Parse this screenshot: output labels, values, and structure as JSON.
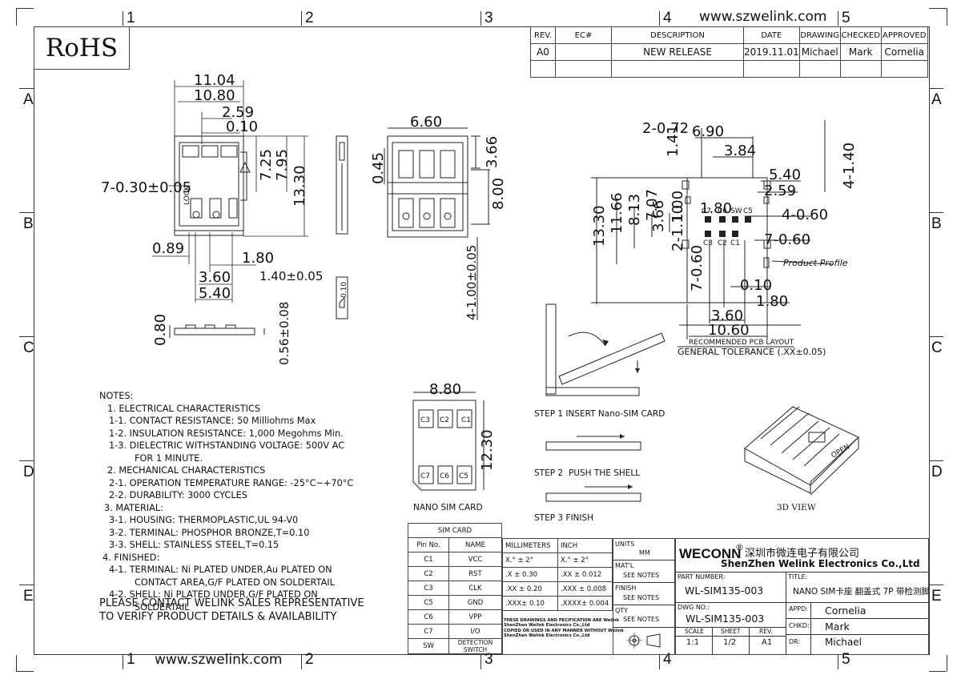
{
  "website": "www.szwelink.com",
  "zones": {
    "columns": [
      "1",
      "2",
      "3",
      "4",
      "5"
    ],
    "rows": [
      "A",
      "B",
      "C",
      "D",
      "E"
    ]
  },
  "rohs": "RoHS",
  "revision_table": {
    "headers": [
      "REV.",
      "EC#",
      "DESCRIPTION",
      "DATE",
      "DRAWING",
      "CHECKED",
      "APPROVED"
    ],
    "row": [
      "A0",
      "",
      "NEW RELEASE",
      "2019.11.01",
      "Michael",
      "Mark",
      "Cornelia"
    ]
  },
  "dimensions": {
    "top_view": [
      "11.04",
      "10.80",
      "2.59",
      "0.10",
      "7.25",
      "7.95",
      "13.30",
      "7-0.30±0.05",
      "0.89",
      "1.80",
      "3.60",
      "5.40",
      "1.40±0.05",
      "LOCK"
    ],
    "side_view": [
      "0.10"
    ],
    "front_view": [
      "0.80",
      "0.56±0.08"
    ],
    "shell_view": [
      "6.60",
      "3.66",
      "0.45",
      "8.00",
      "4-1.00±0.05"
    ],
    "pcb_layout": [
      "2-0.72",
      "6.90",
      "1.41",
      "3.84",
      "4-1.40",
      "5.40",
      "2.59",
      "13.30",
      "11.66",
      "8.13",
      "7.07",
      "3.66",
      "1.00",
      "1.80",
      "4-0.60",
      "2-1.10",
      "7-0.60",
      "7-0.60",
      "0.10",
      "1.80",
      "3.60",
      "10.60"
    ],
    "pcb_pins_top": [
      "C7",
      "C6",
      "SW",
      "C5"
    ],
    "pcb_pins_bottom": [
      "C3",
      "C2",
      "C1"
    ],
    "product_profile": "Product Profile",
    "pcb_caption": "RECOMMENDED PCB LAYOUT",
    "tolerance": "GENERAL TOLERANCE (.XX±0.05)"
  },
  "steps": {
    "step1": "STEP 1 INSERT Nano-SIM CARD",
    "step2": "STEP 2",
    "step2b": "PUSH THE SHELL",
    "step3": "STEP 3  FINISH",
    "open_label": "OPEN"
  },
  "view3d": "3D  VIEW",
  "nano_card": {
    "width": "8.80",
    "height": "12.30",
    "caption": "NANO SIM CARD",
    "top_pins": [
      "C3",
      "C2",
      "C1"
    ],
    "bottom_pins": [
      "C7",
      "C6",
      "C5"
    ]
  },
  "notes": [
    "NOTES:",
    "  1. ELECTRICAL CHARACTERISTICS",
    "    1-1. CONTACT RESISTANCE: 50 Milliohms  Max",
    "    1-2. INSULATION RESISTANCE: 1,000 Megohms Min.",
    "    1-3. DIELECTRIC WITHSTANDING VOLTAGE: 500V AC",
    "            FOR 1 MINUTE.",
    "  2. MECHANICAL CHARACTERISTICS",
    "    2-1. OPERATION TEMPERATURE RANGE: -25°C~+70°C",
    "    2-2. DURABILITY: 3000 CYCLES",
    "  3. MATERIAL:",
    "    3-1. HOUSING: THERMOPLASTIC,UL 94-V0",
    "    3-2. TERMINAL: PHOSPHOR BRONZE,T=0.10",
    "    3-3. SHELL: STAINLESS STEEL,T=0.15",
    "  4. FINISHED:",
    "    4-1. TERMINAL: Ni PLATED UNDER,Au PLATED ON",
    "            CONTACT AREA,G/F PLATED ON SOLDERTAIL",
    "    4-2. SHELL: Ni PLATED UNDER,G/F PLATED ON",
    "            SOLDERTAIL"
  ],
  "contact_lines": [
    "PLEASE CONTACT WELINK SALES REPRESENTATIVE",
    "TO VERIFY PRODUCT DETAILS & AVAILABILITY"
  ],
  "sim_table": {
    "title": "SIM CARD",
    "headers": [
      "Pin No.",
      "NAME"
    ],
    "rows": [
      [
        "C1",
        "VCC"
      ],
      [
        "C2",
        "RST"
      ],
      [
        "C3",
        "CLK"
      ],
      [
        "C5",
        "GND"
      ],
      [
        "C6",
        "VPP"
      ],
      [
        "C7",
        "I/O"
      ],
      [
        "SW",
        "DETECTION SWITCH"
      ]
    ]
  },
  "tolerance_table": {
    "headers": [
      "MILLIMETERS",
      "INCH"
    ],
    "rows": [
      [
        "X.°  ±  2°",
        "X.°  ±  2°"
      ],
      [
        ".X    ± 0.30",
        ".XX   ± 0.012"
      ],
      [
        ".XX  ± 0.20",
        ".XXX  ± 0.008"
      ],
      [
        ".XXX± 0.10",
        ".XXXX± 0.004"
      ]
    ],
    "disclaimer": [
      "THESE DRAWINGS AND PECIFICATION ARE Welink",
      "ShenZhen Welink Electronics Co.,Ltd",
      "COPIED OR USED IN ANY MANNER WITHOUT Welink",
      "ShenZhen Welink Electronics Co.,Ltd"
    ]
  },
  "units": {
    "units_label": "UNITS",
    "units_value": "MM",
    "matl_label": "MAT'L",
    "matl_value": "SEE NOTES",
    "finish_label": "FINISH",
    "finish_value": "SEE NOTES",
    "qty_label": "QTY",
    "qty_value": "SEE NOTES"
  },
  "title_block": {
    "brand": "WECONN",
    "reg": "®",
    "company_cn": "深圳市微连电子有限公司",
    "company_en": "ShenZhen Welink Electronics Co.,Ltd",
    "part_number_label": "PART NUMBER:",
    "part_number": "WL-SIM135-003",
    "title_label": "TITLE:",
    "title": "NANO SIM卡座 翻盖式 7P 带检测脚",
    "dwg_label": "DWG NO.:",
    "dwg_no": "WL-SIM135-003",
    "scale_label": "SCALE",
    "scale": "1:1",
    "sheet_label": "SHEET",
    "sheet": "1/2",
    "rev_label": "REV.",
    "rev": "A1",
    "appd_label": "APPD:",
    "appd": "Cornelia",
    "chkd_label": "CHKD:",
    "chkd": "Mark",
    "dr_label": "DR:",
    "dr": "Michael"
  }
}
